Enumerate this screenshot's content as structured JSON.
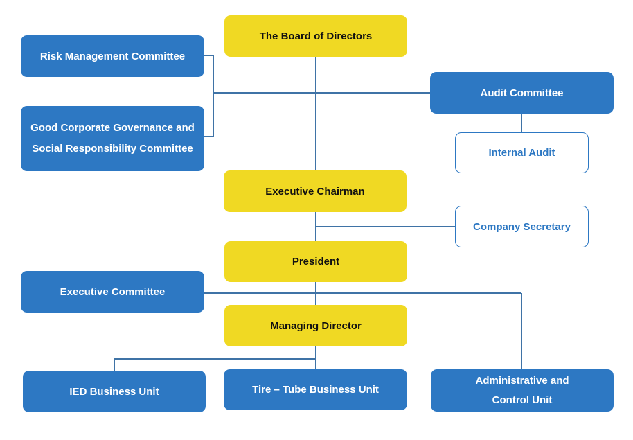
{
  "org_chart": {
    "board": "The Board of Directors",
    "risk_committee": "Risk Management Committee",
    "governance_committee": "Good Corporate Governance and Social Responsibility Committee",
    "audit_committee": "Audit Committee",
    "internal_audit": "Internal Audit",
    "executive_chairman": "Executive Chairman",
    "company_secretary": "Company Secretary",
    "president": "President",
    "executive_committee": "Executive Committee",
    "managing_director": "Managing Director",
    "ied_unit": "IED Business Unit",
    "tire_tube_unit": "Tire – Tube Business Unit",
    "admin_control_unit": "Administrative and Control Unit"
  },
  "colors": {
    "executive_box": "#f0d923",
    "committee_box": "#2d78c3",
    "connector": "#3f73a6"
  }
}
